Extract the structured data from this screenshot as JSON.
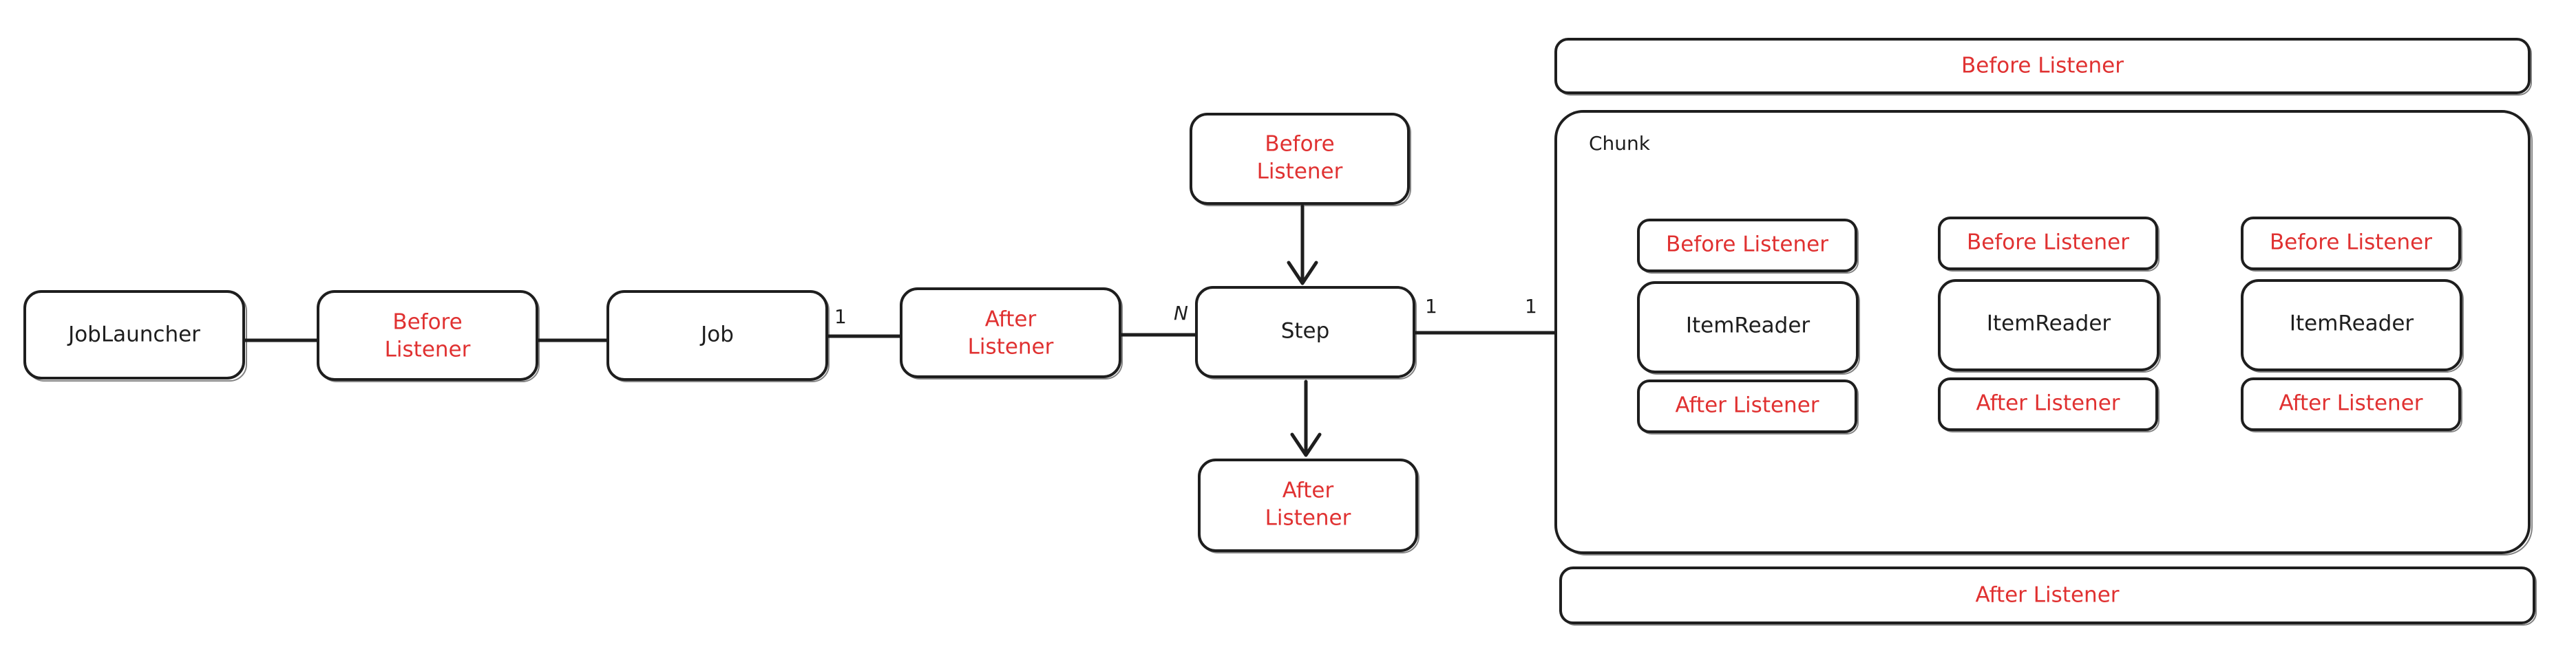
{
  "colors": {
    "stroke": "#1e1e1e",
    "listener_text": "#e03131",
    "node_text": "#1e1e1e",
    "background": "#ffffff"
  },
  "nodes": {
    "job_launcher": "JobLauncher",
    "job_before_listener": [
      "Before",
      "Listener"
    ],
    "job": "Job",
    "job_after_listener": [
      "After",
      "Listener"
    ],
    "step_before_listener": [
      "Before",
      "Listener"
    ],
    "step": "Step",
    "step_after_listener": [
      "After",
      "Listener"
    ],
    "chunk_before_listener": "Before Listener",
    "chunk_label": "Chunk",
    "chunk_after_listener": "After Listener",
    "items": [
      {
        "before": "Before Listener",
        "reader": "ItemReader",
        "after": "After Listener"
      },
      {
        "before": "Before Listener",
        "reader": "ItemReader",
        "after": "After Listener"
      },
      {
        "before": "Before Listener",
        "reader": "ItemReader",
        "after": "After Listener"
      }
    ]
  },
  "cardinality": {
    "job_side": "1",
    "step_side_of_job": "N",
    "step_side_of_chunk": "1",
    "chunk_side": "1"
  }
}
